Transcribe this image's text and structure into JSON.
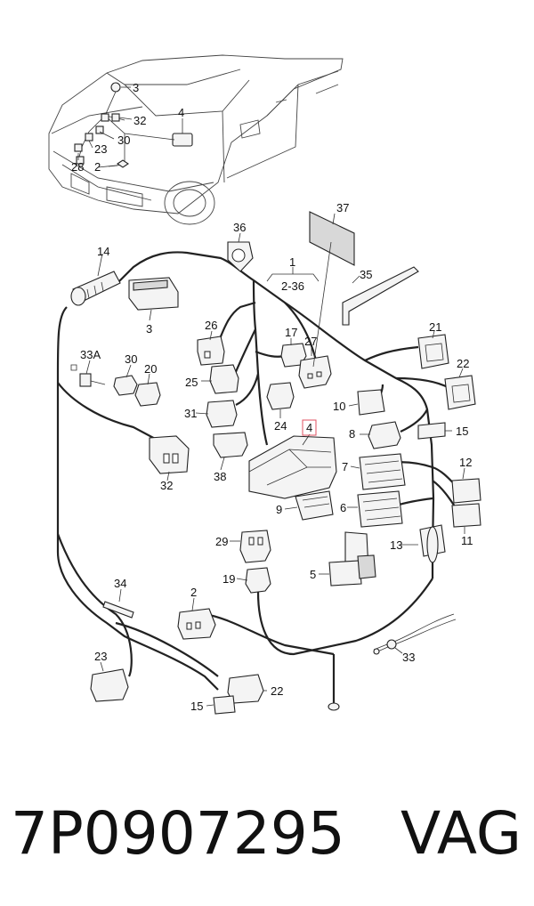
{
  "diagram": {
    "callouts": {
      "c3a": "3",
      "c4a": "4",
      "c32a": "32",
      "c30a": "30",
      "c23a": "23",
      "c28": "28",
      "c2a": "2",
      "c37": "37",
      "c36": "36",
      "c1": "1",
      "c2to36": "2-36",
      "c35": "35",
      "c14": "14",
      "c3b": "3",
      "c26": "26",
      "c17": "17",
      "c27": "27",
      "c21": "21",
      "c22a": "22",
      "c33A": "33A",
      "c30b": "30",
      "c20": "20",
      "c25": "25",
      "c24": "24",
      "c10": "10",
      "c31": "31",
      "c4b": "4",
      "c8": "8",
      "c15a": "15",
      "c32b": "32",
      "c38": "38",
      "c7": "7",
      "c12": "12",
      "c9": "9",
      "c6": "6",
      "c11": "11",
      "c29": "29",
      "c13": "13",
      "c5": "5",
      "c19": "19",
      "c34": "34",
      "c2b": "2",
      "c33": "33",
      "c23b": "23",
      "c22b": "22",
      "c15b": "15"
    },
    "highlight_color": "#e05060"
  },
  "footer": {
    "part_number": "7P0907295",
    "brand": "VAG"
  }
}
